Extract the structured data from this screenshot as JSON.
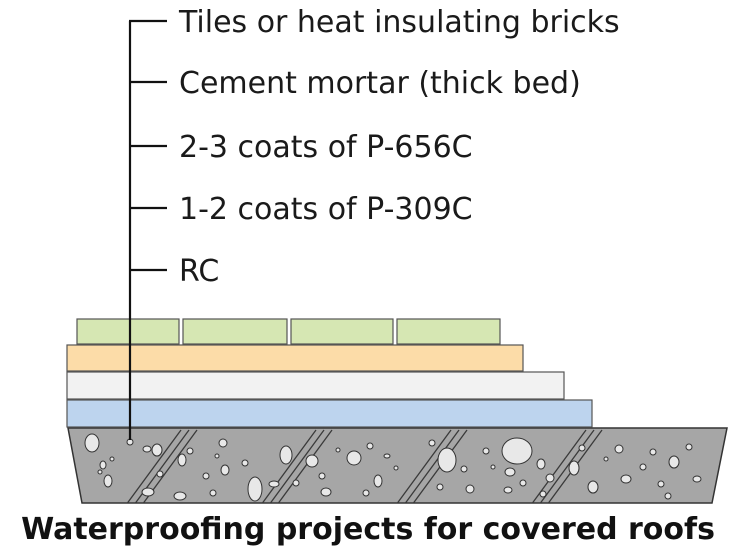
{
  "diagram": {
    "layers": [
      {
        "label": "Tiles or heat insulating bricks",
        "color": "#d6e7b3"
      },
      {
        "label": "Cement mortar (thick bed)",
        "color": "#fcdca8"
      },
      {
        "label": "2-3 coats of P-656C",
        "color": "#f2f2f2"
      },
      {
        "label": "1-2 coats of P-309C",
        "color": "#bdd4ee"
      },
      {
        "label": "RC",
        "color": "#a6a6a6"
      }
    ],
    "caption": "Waterproofing projects for covered roofs"
  }
}
